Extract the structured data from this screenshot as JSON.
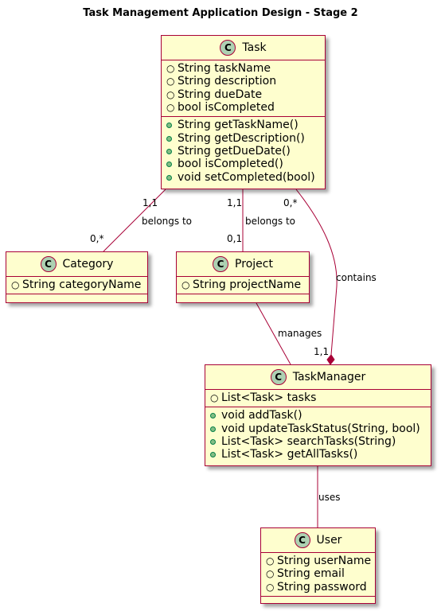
{
  "title": "Task Management Application Design - Stage 2",
  "colors": {
    "class_fill": "#FEFECE",
    "class_border": "#A80036",
    "icon_fill": "#ADD1B2",
    "method_dot": "#84BE84"
  },
  "classes": {
    "task": {
      "name": "Task",
      "icon": "C",
      "attributes": [
        {
          "vis": "○",
          "text": "String taskName"
        },
        {
          "vis": "○",
          "text": "String description"
        },
        {
          "vis": "○",
          "text": "String dueDate"
        },
        {
          "vis": "○",
          "text": "bool isCompleted"
        }
      ],
      "methods": [
        {
          "text": "String getTaskName()"
        },
        {
          "text": "String getDescription()"
        },
        {
          "text": "String getDueDate()"
        },
        {
          "text": "bool isCompleted()"
        },
        {
          "text": "void setCompleted(bool)"
        }
      ]
    },
    "category": {
      "name": "Category",
      "icon": "C",
      "attributes": [
        {
          "vis": "○",
          "text": "String categoryName"
        }
      ]
    },
    "project": {
      "name": "Project",
      "icon": "C",
      "attributes": [
        {
          "vis": "○",
          "text": "String projectName"
        }
      ]
    },
    "taskmanager": {
      "name": "TaskManager",
      "icon": "C",
      "attributes": [
        {
          "vis": "○",
          "text": "List<Task> tasks"
        }
      ],
      "methods": [
        {
          "text": "void addTask()"
        },
        {
          "text": "void updateTaskStatus(String, bool)"
        },
        {
          "text": "List<Task> searchTasks(String)"
        },
        {
          "text": "List<Task> getAllTasks()"
        }
      ]
    },
    "user": {
      "name": "User",
      "icon": "C",
      "attributes": [
        {
          "vis": "○",
          "text": "String userName"
        },
        {
          "vis": "○",
          "text": "String email"
        },
        {
          "vis": "○",
          "text": "String password"
        }
      ]
    }
  },
  "relations": {
    "task_category": {
      "label": "belongs to",
      "from_mult": "1,1",
      "to_mult": "0,*"
    },
    "task_project": {
      "label": "belongs to",
      "from_mult": "1,1",
      "to_mult": "0,1"
    },
    "task_taskmanager": {
      "label": "contains",
      "from_mult": "0,*",
      "to_mult": "1,1"
    },
    "project_taskmanager": {
      "label": "manages"
    },
    "taskmanager_user": {
      "label": "uses"
    }
  }
}
